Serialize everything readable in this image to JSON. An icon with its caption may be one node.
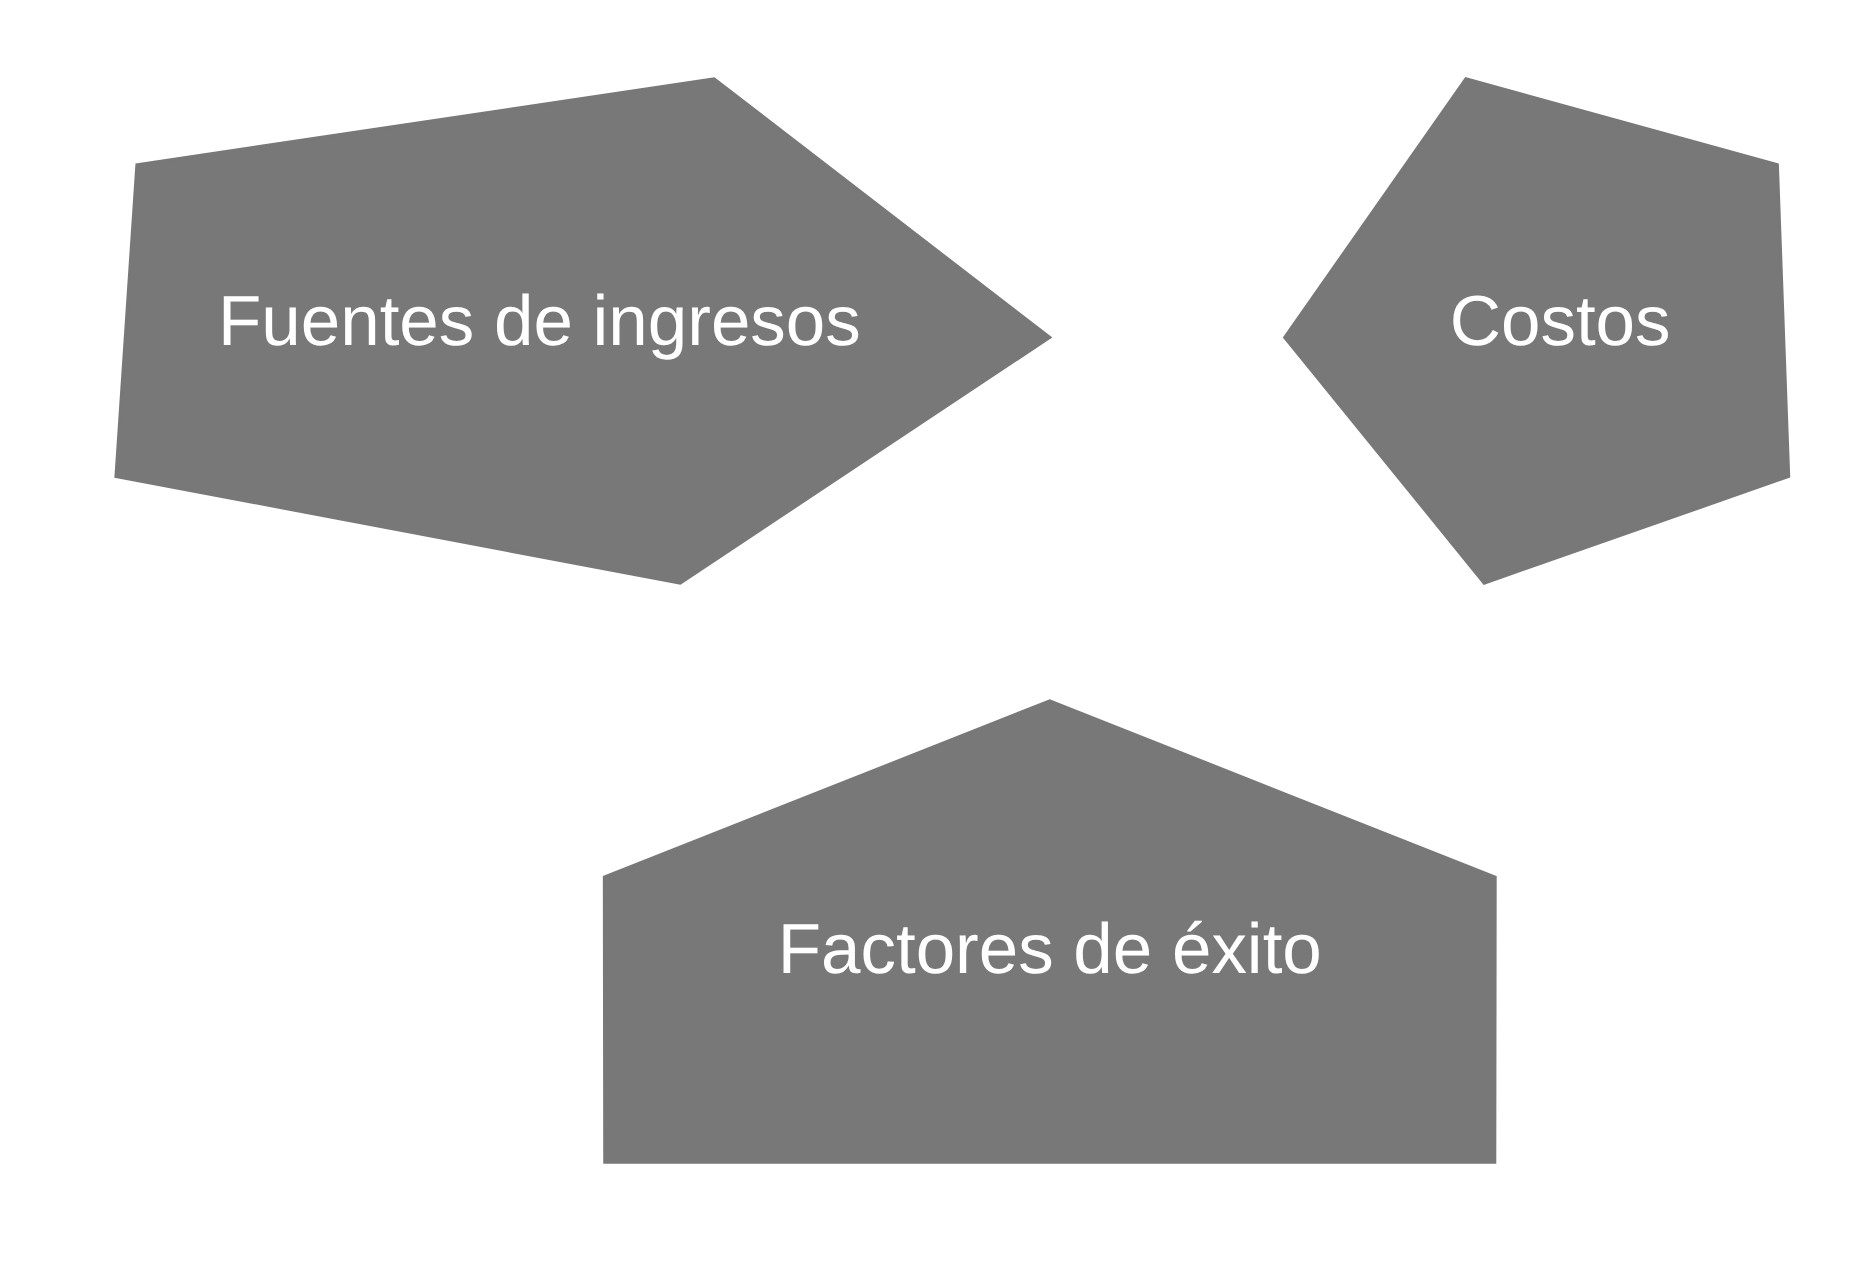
{
  "diagram": {
    "nodes": [
      {
        "text": [
          "Fuentes de ingresos"
        ]
      },
      {
        "text": [
          "Costos"
        ]
      },
      {
        "text": [
          "Factores de éxito"
        ]
      }
    ]
  }
}
